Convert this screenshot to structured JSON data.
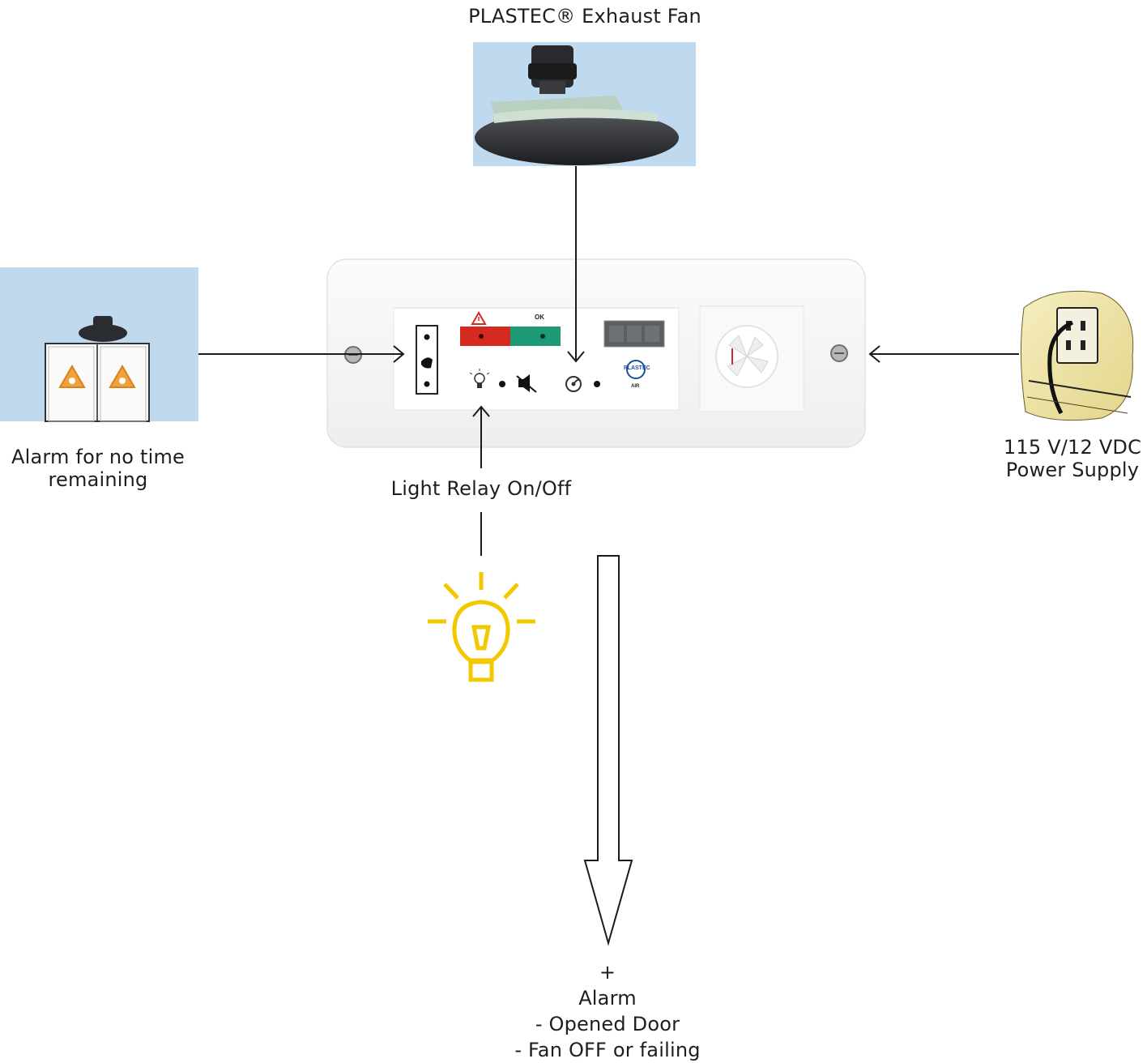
{
  "labels": {
    "fan_title": "PLASTEC® Exhaust Fan",
    "alarm_line1": "Alarm for no time",
    "alarm_line2": "remaining",
    "light_relay": "Light Relay On/Off",
    "power_line1": "115 V/12 VDC",
    "power_line2": "Power Supply",
    "output_plus": "+",
    "output_alarm": "Alarm",
    "output_door": "- Opened Door",
    "output_fan": "- Fan OFF or failing"
  },
  "panel": {
    "ok_label": "OK",
    "brand": "PLASTEC",
    "brand_sub": "AIR"
  },
  "colors": {
    "warning_red": "#d42a20",
    "ok_green": "#1f9a78",
    "bulb_yellow": "#f2c800",
    "photo_bg": "#bfd9ee"
  },
  "icons": [
    "exhaust-fan-photo",
    "cabinet-photo",
    "power-outlet-drawing",
    "light-bulb-icon",
    "bell-icon",
    "mute-icon",
    "fan-icon",
    "warning-icon"
  ]
}
